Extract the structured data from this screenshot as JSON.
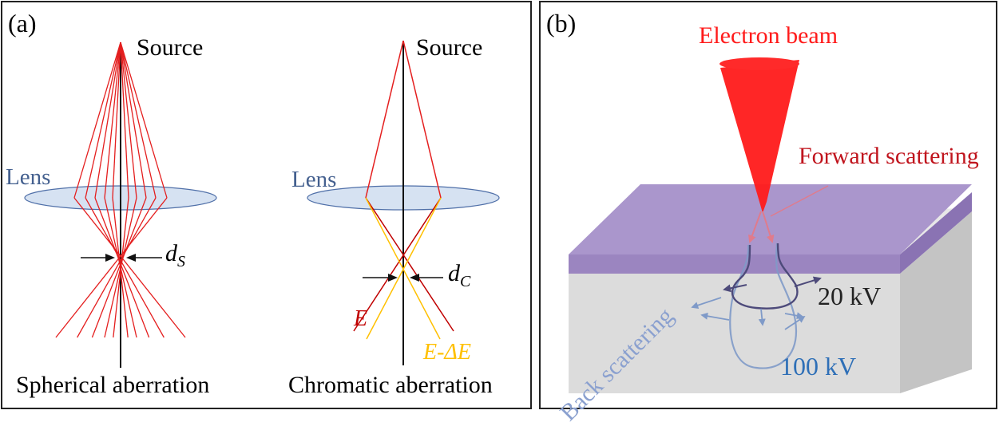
{
  "panel_a": {
    "label": "(a)",
    "spherical": {
      "source": "Source",
      "lens": "Lens",
      "d_main": "d",
      "d_sub": "S",
      "caption": "Spherical aberration"
    },
    "chromatic": {
      "source": "Source",
      "lens": "Lens",
      "d_main": "d",
      "d_sub": "C",
      "energy": "E",
      "energy_shifted": "E-ΔE",
      "caption": "Chromatic aberration"
    }
  },
  "panel_b": {
    "label": "(b)",
    "beam": "Electron beam",
    "forward": "Forward scattering",
    "back": "Back scattering",
    "kv20": "20 kV",
    "kv100": "100 kV"
  },
  "colors": {
    "ray": "#e41e1e",
    "ray_dark": "#c00000",
    "yellow": "#ffc000",
    "lens_fill": "#d6e2f2",
    "lens_stroke": "#4f6fa8",
    "lens_text": "#44608f",
    "beam": "#ff1a1a",
    "forward_text": "#c0141d",
    "resist": "#a48ec4",
    "substrate": "#dcdcdc",
    "contour_20": "#4d4a7a",
    "contour_100": "#7f9ac8",
    "kv100_text": "#2e6fb7",
    "back_text": "#8aa0cf"
  }
}
